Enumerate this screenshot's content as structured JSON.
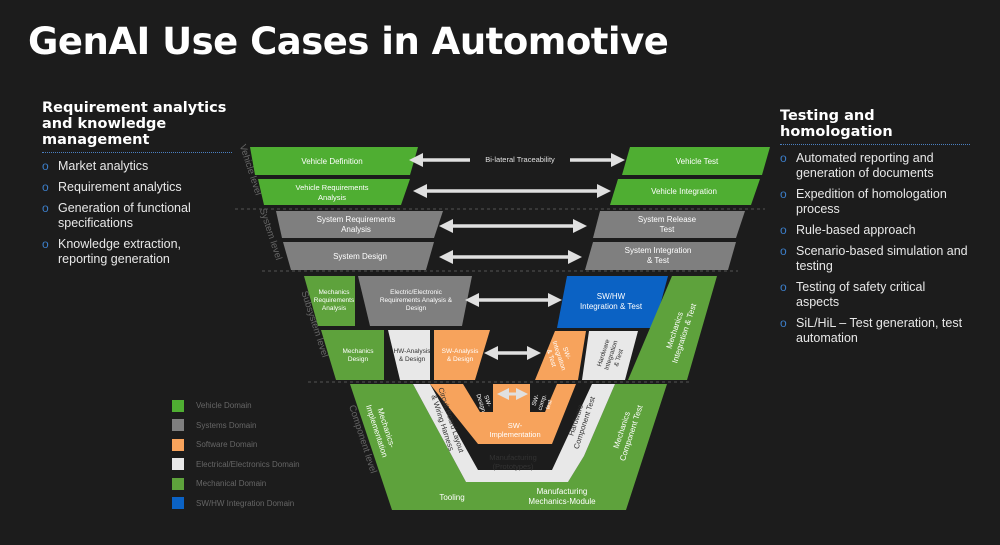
{
  "title": "GenAI Use Cases in Automotive",
  "left_panel": {
    "heading": "Requirement analytics and knowledge management",
    "items": [
      "Market analytics",
      "Requirement analytics",
      "Generation of functional specifications",
      "Knowledge extraction, reporting generation"
    ]
  },
  "right_panel": {
    "heading": "Testing and homologation",
    "items": [
      "Automated reporting and generation of documents",
      "Expedition of homologation process",
      "Rule-based approach",
      "Scenario-based simulation and testing",
      "Testing of safety critical aspects",
      "SiL/HiL – Test generation, test automation"
    ]
  },
  "bullet": "o",
  "levels": [
    "Vehicle level",
    "System level",
    "Subsystem level",
    "Component level"
  ],
  "boxes": {
    "vehicle_definition": "Vehicle Definition",
    "vehicle_requirements": "Vehicle Requirements Analysis",
    "vehicle_test": "Vehicle Test",
    "vehicle_integration": "Vehicle Integration",
    "traceability": "Bi-lateral Traceability",
    "system_requirements": "System Requirements Analysis",
    "system_design": "System Design",
    "system_release_test": "System Release Test",
    "system_integration": "System Integration & Test",
    "mechanics_requirements": "Mechanics Requirements Analysis",
    "ee_requirements": "Electric/Electronic Requirements Analysis & Design",
    "swhw_integration": "SW/HW Integration & Test",
    "mechanics_integration": "Mechanics Integration & Test",
    "mechanics_design": "Mechanics Design",
    "hw_analysis": "HW-Analysis & Design",
    "sw_analysis": "SW-Analysis & Design",
    "sw_integration": "SW-Integration & Test",
    "hw_integration": "Hardware Integration & Test",
    "sw_design": "SW-Design",
    "sw_comp_test": "SW-comp. test",
    "sw_implementation": "SW-Implementation",
    "circuit_board": "Circuit Board Layout & Wiring Harness",
    "hw_component_test": "Hardware Component Test",
    "manufacturing_prototypes": "Manufacturing (Prototypes)",
    "mechanics_implementation": "Mechanics-Implementation",
    "mechanics_component_test": "Mechanics Component Test",
    "tooling": "Tooling",
    "manufacturing_module": "Manufacturing Mechanics-Module"
  },
  "legend": [
    {
      "label": "Vehicle Domain",
      "color": "#4fae32"
    },
    {
      "label": "Systems Domain",
      "color": "#7f7f7f"
    },
    {
      "label": "Software Domain",
      "color": "#f7a35c"
    },
    {
      "label": "Electrical/Electronics Domain",
      "color": "#e8e8e8"
    },
    {
      "label": "Mechanical Domain",
      "color": "#5ea23c"
    },
    {
      "label": "SW/HW Integration Domain",
      "color": "#0b62c4"
    }
  ],
  "colors": {
    "vehicle": "#4fae32",
    "systems": "#7f7f7f",
    "software": "#f7a35c",
    "electronics": "#e8e8e8",
    "mechanical": "#5ea23c",
    "integration": "#0b62c4",
    "bullet": "#3c7ec9"
  }
}
